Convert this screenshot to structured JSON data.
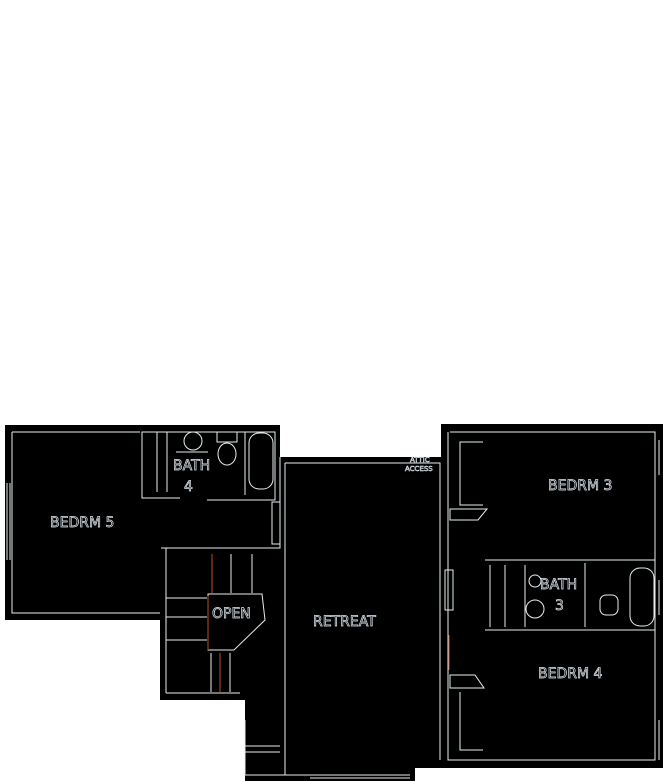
{
  "rooms": {
    "bedrm5": "BEDRM 5",
    "bath4_line1": "BATH",
    "bath4_line2": "4",
    "open": "OPEN",
    "retreat": "RETREAT",
    "attic_line1": "ATTIC",
    "attic_line2": "ACCESS",
    "bedrm3": "BEDRM 3",
    "bath3_line1": "BATH",
    "bath3_line2": "3",
    "bedrm4": "BEDRM 4"
  },
  "colors": {
    "background": "#ffffff",
    "plan_fill": "#000000",
    "lines": "#e8eef0",
    "accent": "#b8501e"
  }
}
